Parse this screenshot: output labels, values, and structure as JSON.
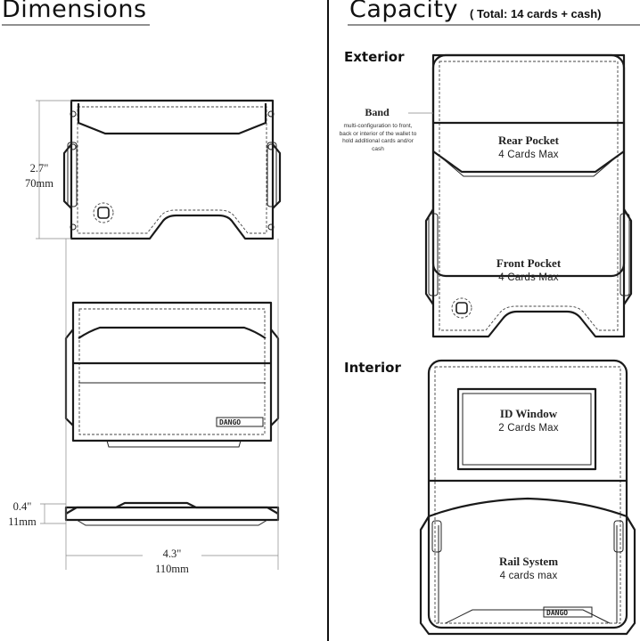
{
  "dimensions": {
    "heading": "Dimensions",
    "height_label": "2.7\"",
    "height_label_mm": "70mm",
    "thickness_label": "0.4\"",
    "thickness_label_mm": "11mm",
    "width_label": "4.3\"",
    "width_label_mm": "110mm",
    "brand_mark": "DANGO"
  },
  "capacity": {
    "heading": "Capacity",
    "total": "( Total: 14 cards + cash)",
    "exterior_heading": "Exterior",
    "interior_heading": "Interior",
    "band_title": "Band",
    "band_note": "multi-configuration to front, back or interior of the wallet to hold additional cards and/or cash",
    "rear_pocket_title": "Rear Pocket",
    "rear_pocket_capacity": "4 Cards Max",
    "front_pocket_title": "Front Pocket",
    "front_pocket_capacity": "4 Cards Max",
    "id_window_title": "ID Window",
    "id_window_capacity": "2 Cards Max",
    "rail_system_title": "Rail System",
    "rail_system_capacity": "4 cards max"
  }
}
